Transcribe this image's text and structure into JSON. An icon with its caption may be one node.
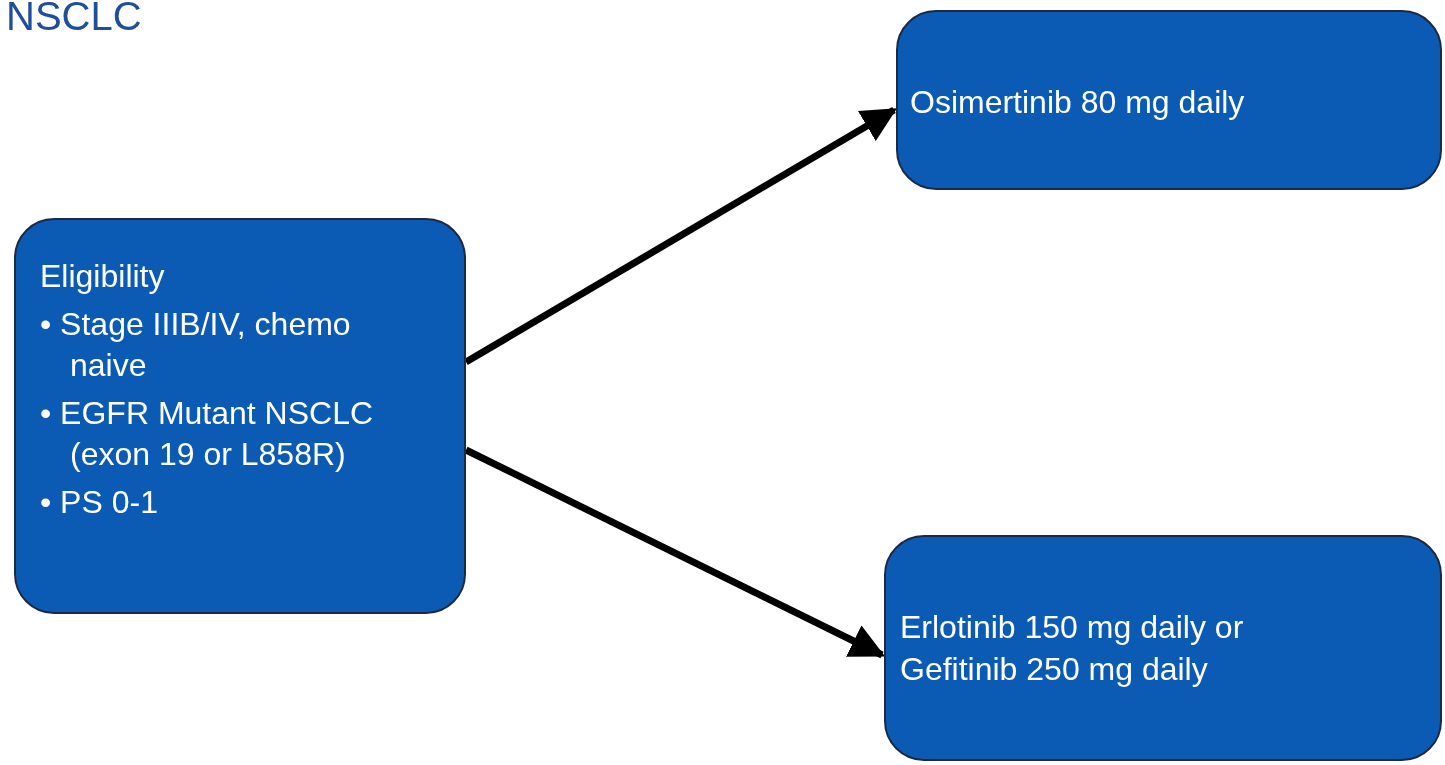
{
  "diagram": {
    "title": "NSCLC",
    "nodes": [
      {
        "text": [
          "Eligibility",
          "• Stage IIIB/IV, chemo naive",
          "• EGFR Mutant NSCLC (exon 19 or L858R)",
          "• PS 0-1"
        ]
      },
      {
        "text": [
          "Osimertinib 80 mg daily"
        ]
      },
      {
        "text": [
          "Erlotinib 150 mg daily or Gefitinib 250 mg daily"
        ]
      }
    ],
    "edges": [
      {
        "from": 0,
        "to": 1,
        "arrow": "to"
      },
      {
        "from": 0,
        "to": 2,
        "arrow": "to"
      }
    ]
  }
}
